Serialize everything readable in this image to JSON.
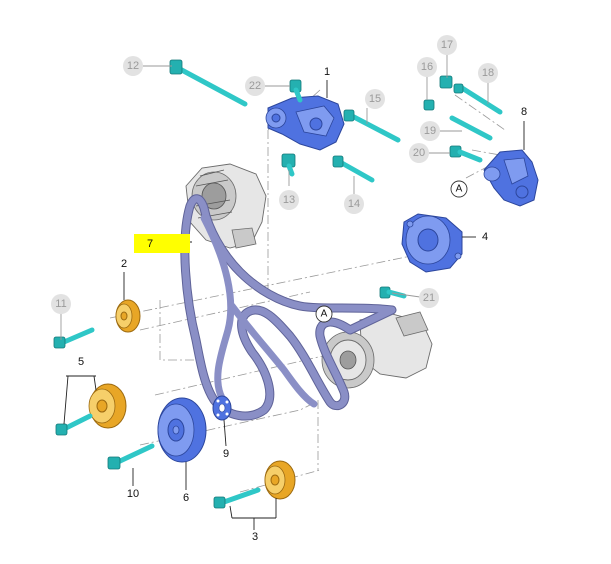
{
  "callouts": {
    "c1": "1",
    "c2": "2",
    "c3": "3",
    "c4": "4",
    "c5": "5",
    "c6": "6",
    "c7": "7",
    "c8": "8",
    "c9": "9",
    "c10": "10",
    "c11": "11",
    "c12": "12",
    "c13": "13",
    "c14": "14",
    "c15": "15",
    "c16": "16",
    "c17": "17",
    "c18": "18",
    "c19": "19",
    "c20": "20",
    "c21": "21",
    "c22": "22"
  },
  "reference_marks": {
    "top": "A",
    "belt": "A"
  },
  "colors": {
    "belt": "#8a8fc6",
    "bracket_parts": "#4f72e0",
    "idler_pulleys": "#e8a626",
    "bolts": "#2fc7c7",
    "highlight": "#ffff00",
    "grey_callout": "#e2e2e2"
  }
}
